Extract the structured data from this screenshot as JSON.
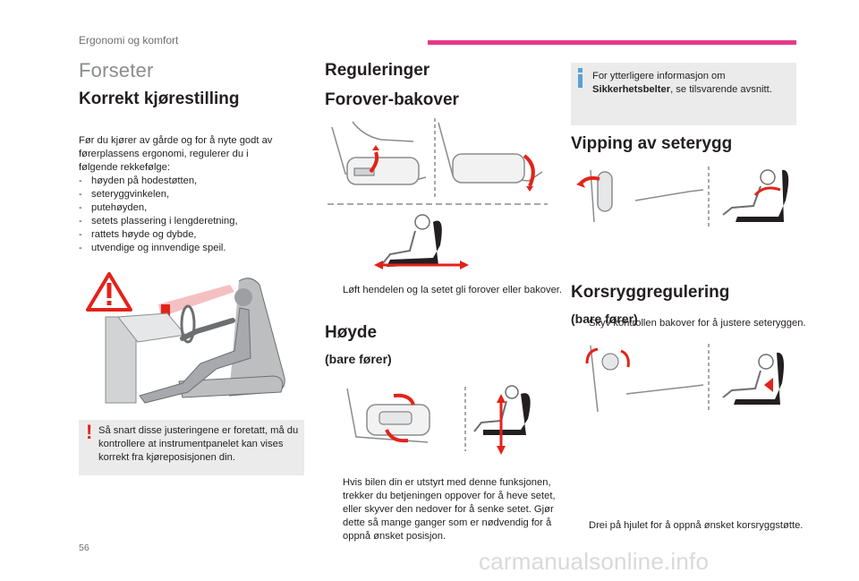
{
  "header": {
    "title": "Ergonomi og komfort",
    "accent": "#e5388a"
  },
  "page_number": "56",
  "watermark": "carmanualsonline.info",
  "col1": {
    "title": "Forseter",
    "heading": "Korrekt kjørestilling",
    "intro": "Før du kjører av gårde og for å nyte godt av førerplassens ergonomi, regulerer du i følgende rekkefølge:",
    "list": [
      "høyden på hodestøtten,",
      "seteryggvinkelen,",
      "putehøyden,",
      "setets plassering i lengderetning,",
      "rattets høyde og dybde,",
      "utvendige og innvendige speil."
    ],
    "warning_icon": "exclamation-icon",
    "warning": "Så snart disse justeringene er foretatt, må du kontrollere at instrumentpanelet kan vises korrekt fra kjøreposisjonen din."
  },
  "col2": {
    "title": "Reguleringer",
    "fwd_heading": "Forover-bakover",
    "fwd_text": "Løft hendelen og la setet gli forover eller bakover.",
    "height_heading": "Høyde",
    "height_sub": "(bare fører)",
    "height_text": "Hvis bilen din er utstyrt med denne funksjonen, trekker du betjeningen oppover for å heve setet, eller skyver den nedover for å senke setet. Gjør dette så mange ganger som er nødvendig for å oppnå ønsket posisjon."
  },
  "col3": {
    "info_icon": "info-icon",
    "info_text_pre": "For ytterligere informasjon om ",
    "info_text_bold": "Sikkerhetsbelter",
    "info_text_post": ", se tilsvarende avsnitt.",
    "recline_heading": "Vipping av seterygg",
    "recline_text": "Skyv kontrollen bakover for å justere seteryggen.",
    "lumbar_heading": "Korsryggregulering",
    "lumbar_sub": "(bare fører)",
    "lumbar_text": "Drei på hjulet for å oppnå ønsket korsryggstøtte."
  },
  "bullet_glyph": "",
  "colors": {
    "red": "#e2231a",
    "box": "#ebebeb",
    "info": "#5aa0d6"
  }
}
